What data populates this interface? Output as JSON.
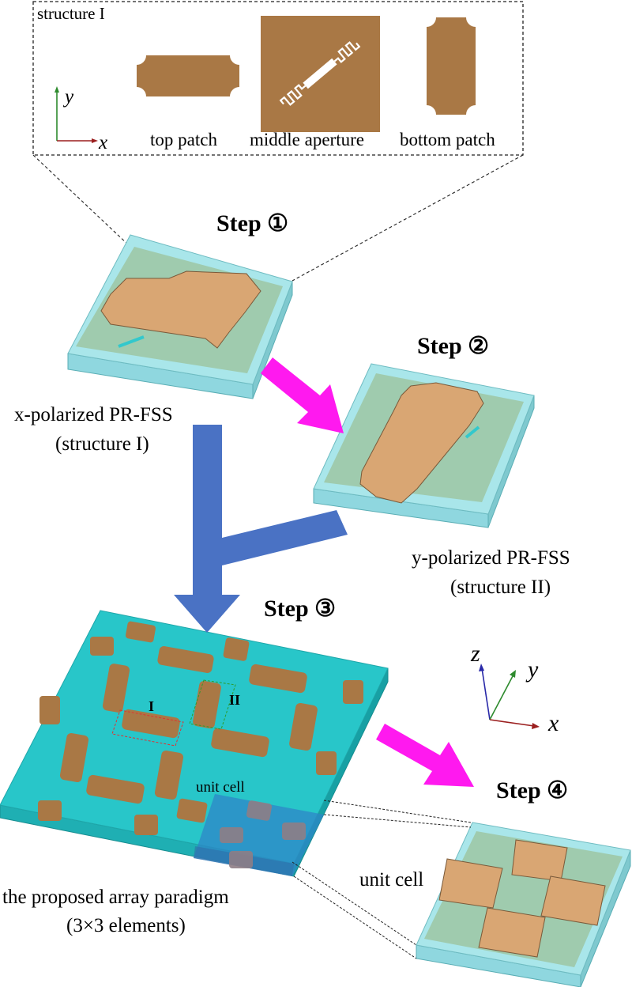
{
  "inset": {
    "title": "structure I",
    "axis_x": "x",
    "axis_y": "y",
    "labels": {
      "top_patch": "top patch",
      "middle_aperture": "middle aperture",
      "bottom_patch": "bottom patch"
    }
  },
  "steps": {
    "s1": "Step ①",
    "s2": "Step ②",
    "s3": "Step ③",
    "s4": "Step ④"
  },
  "captions": {
    "x_pol_line1": "x-polarized PR-FSS",
    "x_pol_line2": "(structure I)",
    "y_pol_line1": "y-polarized PR-FSS",
    "y_pol_line2": "(structure II)",
    "array_line1": "the proposed array paradigm",
    "array_line2": "(3×3 elements)",
    "unit_cell_array": "unit cell",
    "unit_cell_detail": "unit cell",
    "marker_I": "I",
    "marker_II": "II"
  },
  "axes3d": {
    "z": "z",
    "y": "y",
    "x": "x"
  },
  "colors": {
    "copper": "#A97845",
    "copper_light": "#D9A673",
    "substrate_cyan": "#28C6C9",
    "substrate_light": "#A9E6EA",
    "substrate_green": "#9DC5A3",
    "arrow_magenta": "#FF19EF",
    "arrow_blue": "#4A72C4",
    "axis_red": "#9B1F1F",
    "axis_green": "#2E8B2E",
    "axis_blue": "#2929A8"
  }
}
